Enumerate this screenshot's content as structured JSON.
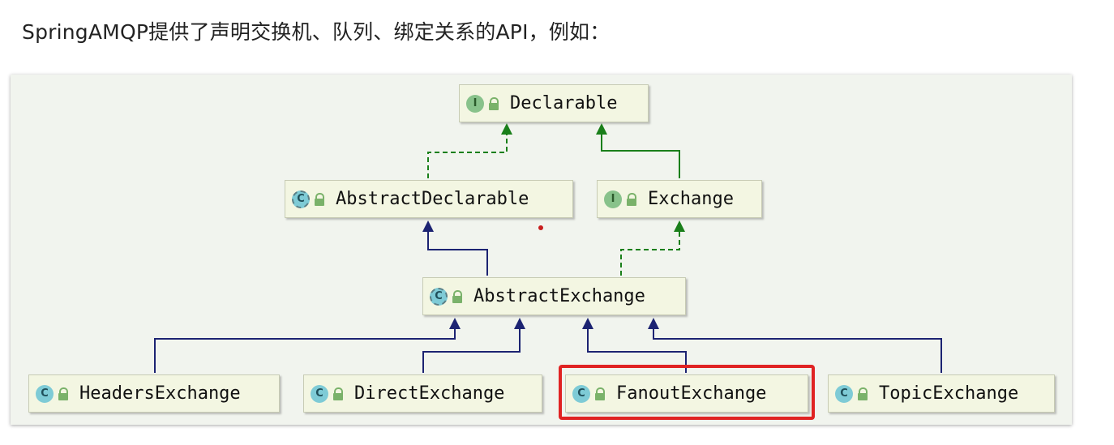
{
  "heading": "SpringAMQP提供了声明交换机、队列、绑定关系的API，例如：",
  "nodes": {
    "declarable": {
      "label": "Declarable",
      "kind": "interface",
      "badge": "I"
    },
    "abstract_declarable": {
      "label": "AbstractDeclarable",
      "kind": "abstract-class",
      "badge": "C"
    },
    "exchange": {
      "label": "Exchange",
      "kind": "interface",
      "badge": "I"
    },
    "abstract_exchange": {
      "label": "AbstractExchange",
      "kind": "abstract-class",
      "badge": "C"
    },
    "headers_exchange": {
      "label": "HeadersExchange",
      "kind": "class",
      "badge": "C"
    },
    "direct_exchange": {
      "label": "DirectExchange",
      "kind": "class",
      "badge": "C"
    },
    "fanout_exchange": {
      "label": "FanoutExchange",
      "kind": "class",
      "badge": "C",
      "highlighted": true
    },
    "topic_exchange": {
      "label": "TopicExchange",
      "kind": "class",
      "badge": "C"
    }
  },
  "colors": {
    "implements_arrow": "#1a7f1a",
    "extends_arrow": "#1c2372",
    "highlight": "#e02323"
  }
}
